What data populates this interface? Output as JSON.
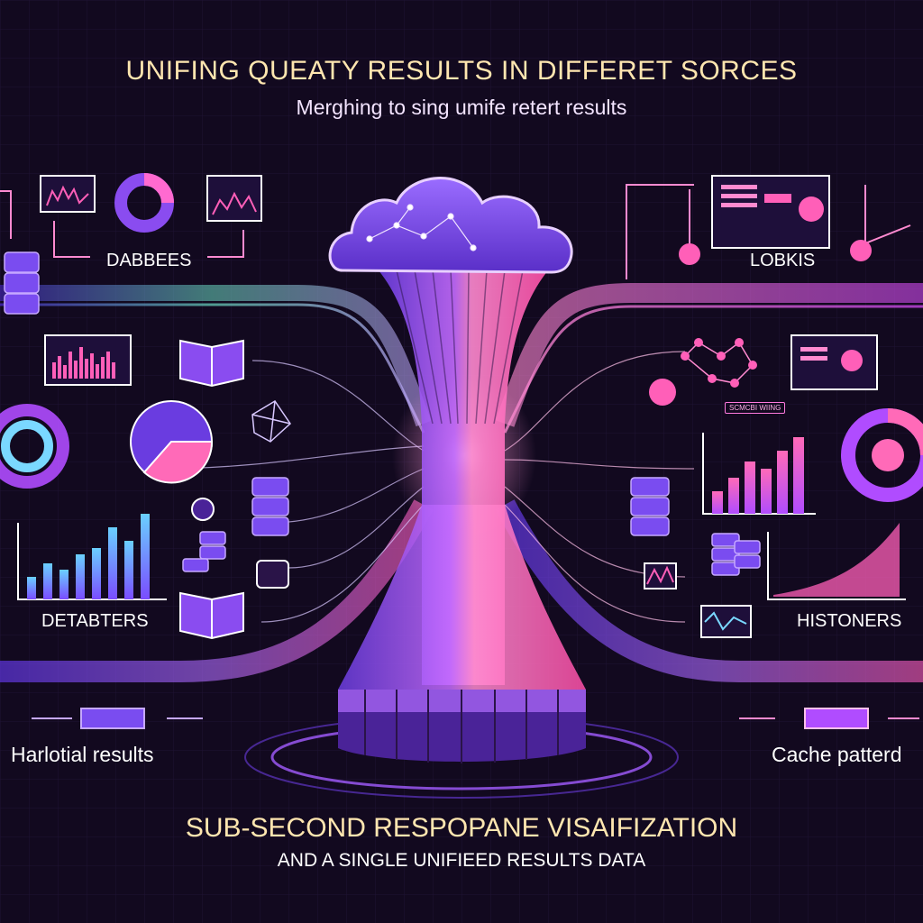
{
  "header": {
    "title": "UNIFING QUEATY RESULTS IN DIFFERET SORCES",
    "subtitle": "Merghing to sing umife retert results"
  },
  "labels": {
    "top_left": "DABBEES",
    "top_right": "LOBKIS",
    "mid_left": "DETABTERS",
    "mid_right": "HISTONERS",
    "bottom_left": "Harlotial results",
    "bottom_right": "Cache patterd",
    "small_tag": "SCMCBI WIING"
  },
  "footer": {
    "line1": "SUB-SECOND RESPOPANE VISAIFIZATION",
    "line2": "AND A SINGLE UNIFIEED RESULTS DATA"
  },
  "colors": {
    "background": "#12091f",
    "accent_purple": "#8a4cf0",
    "accent_pink": "#ff4fb0",
    "accent_green": "#7ff0b0",
    "text_gold": "#ffe6b0"
  },
  "icons": [
    "cloud-icon",
    "database-icon",
    "monitor-icon",
    "book-icon",
    "pie-chart-icon",
    "donut-chart-icon",
    "bar-chart-icon",
    "network-icon"
  ]
}
